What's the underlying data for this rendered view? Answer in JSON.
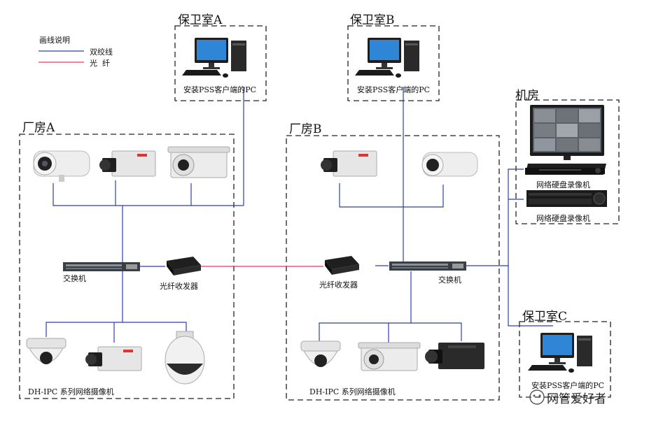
{
  "legend": {
    "title": "画线说明",
    "twisted_pair": "双绞线",
    "fiber": "光  纤"
  },
  "colors": {
    "twisted_pair": "#2b3fb0",
    "fiber": "#e23a5a",
    "frame": "#222222"
  },
  "rooms": {
    "guard_a": {
      "title": "保卫室A",
      "pc_label": "安装PSS客户端的PC"
    },
    "guard_b": {
      "title": "保卫室B",
      "pc_label": "安装PSS客户端的PC"
    },
    "guard_c": {
      "title": "保卫室C",
      "pc_label": "安装PSS客户端的PC"
    },
    "machine_room": {
      "title": "机房",
      "nvr_label_1": "网络硬盘录像机",
      "nvr_label_2": "网络硬盘录像机"
    },
    "plant_a": {
      "title": "厂房A",
      "switch_label": "交换机",
      "transceiver_label": "光纤收发器",
      "camera_series_label": "DH-IPC 系列网络摄像机"
    },
    "plant_b": {
      "title": "厂房B",
      "switch_label": "交换机",
      "transceiver_label": "光纤收发器",
      "camera_series_label": "DH-IPC 系列网络摄像机"
    }
  },
  "watermark": "网管爱好者"
}
